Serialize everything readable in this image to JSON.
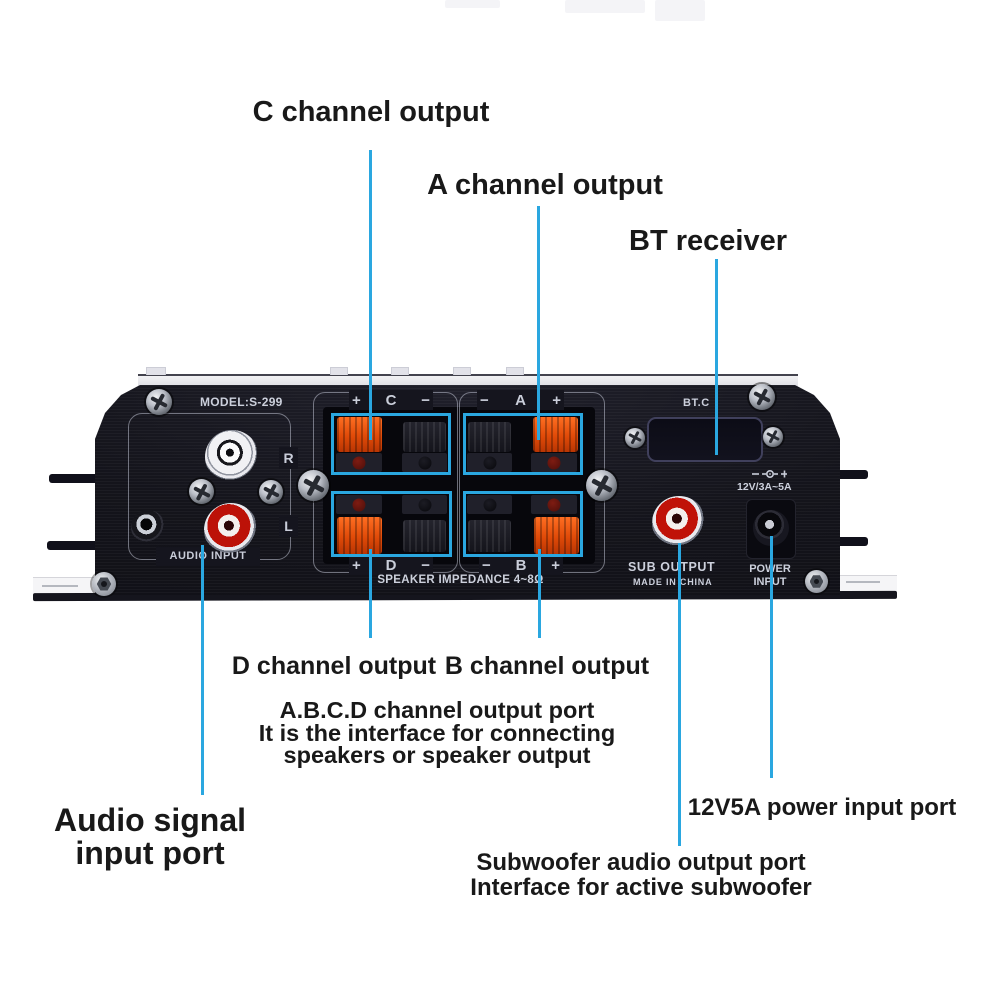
{
  "colors": {
    "accent_blue": "#2AA7E0",
    "panel_black": "#14141b",
    "clip_orange": "#E8490F",
    "label_text": "#191919",
    "panel_text_grey": "#ccd0dc"
  },
  "callouts": {
    "c_channel": "C channel output",
    "a_channel": "A channel output",
    "bt_receiver": "BT receiver",
    "d_channel": "D channel output",
    "b_channel": "B channel output",
    "abcd_line1": "A.B.C.D channel output port",
    "abcd_line2": "It is the interface for connecting",
    "abcd_line3": "speakers or speaker output",
    "audio_line1": "Audio signal",
    "audio_line2": "input port",
    "power": "12V5A power input port",
    "sub_line1": "Subwoofer audio output port",
    "sub_line2": "Interface for active subwoofer"
  },
  "panel": {
    "model": "MODEL:S-299",
    "r_label": "R",
    "l_label": "L",
    "audio_input": "AUDIO INPUT",
    "bt_label": "BT.C",
    "power_spec": "12V/3A~5A",
    "power_line1": "POWER",
    "power_line2": "INPUT",
    "sub_output": "SUB OUTPUT",
    "made_in": "MADE IN CHINA",
    "impedance": "SPEAKER IMPEDANCE 4~8Ω",
    "terminals": {
      "c": [
        "+",
        "C",
        "−"
      ],
      "a": [
        "−",
        "A",
        "+"
      ],
      "d": [
        "+",
        "D",
        "−"
      ],
      "b": [
        "−",
        "B",
        "+"
      ]
    }
  }
}
